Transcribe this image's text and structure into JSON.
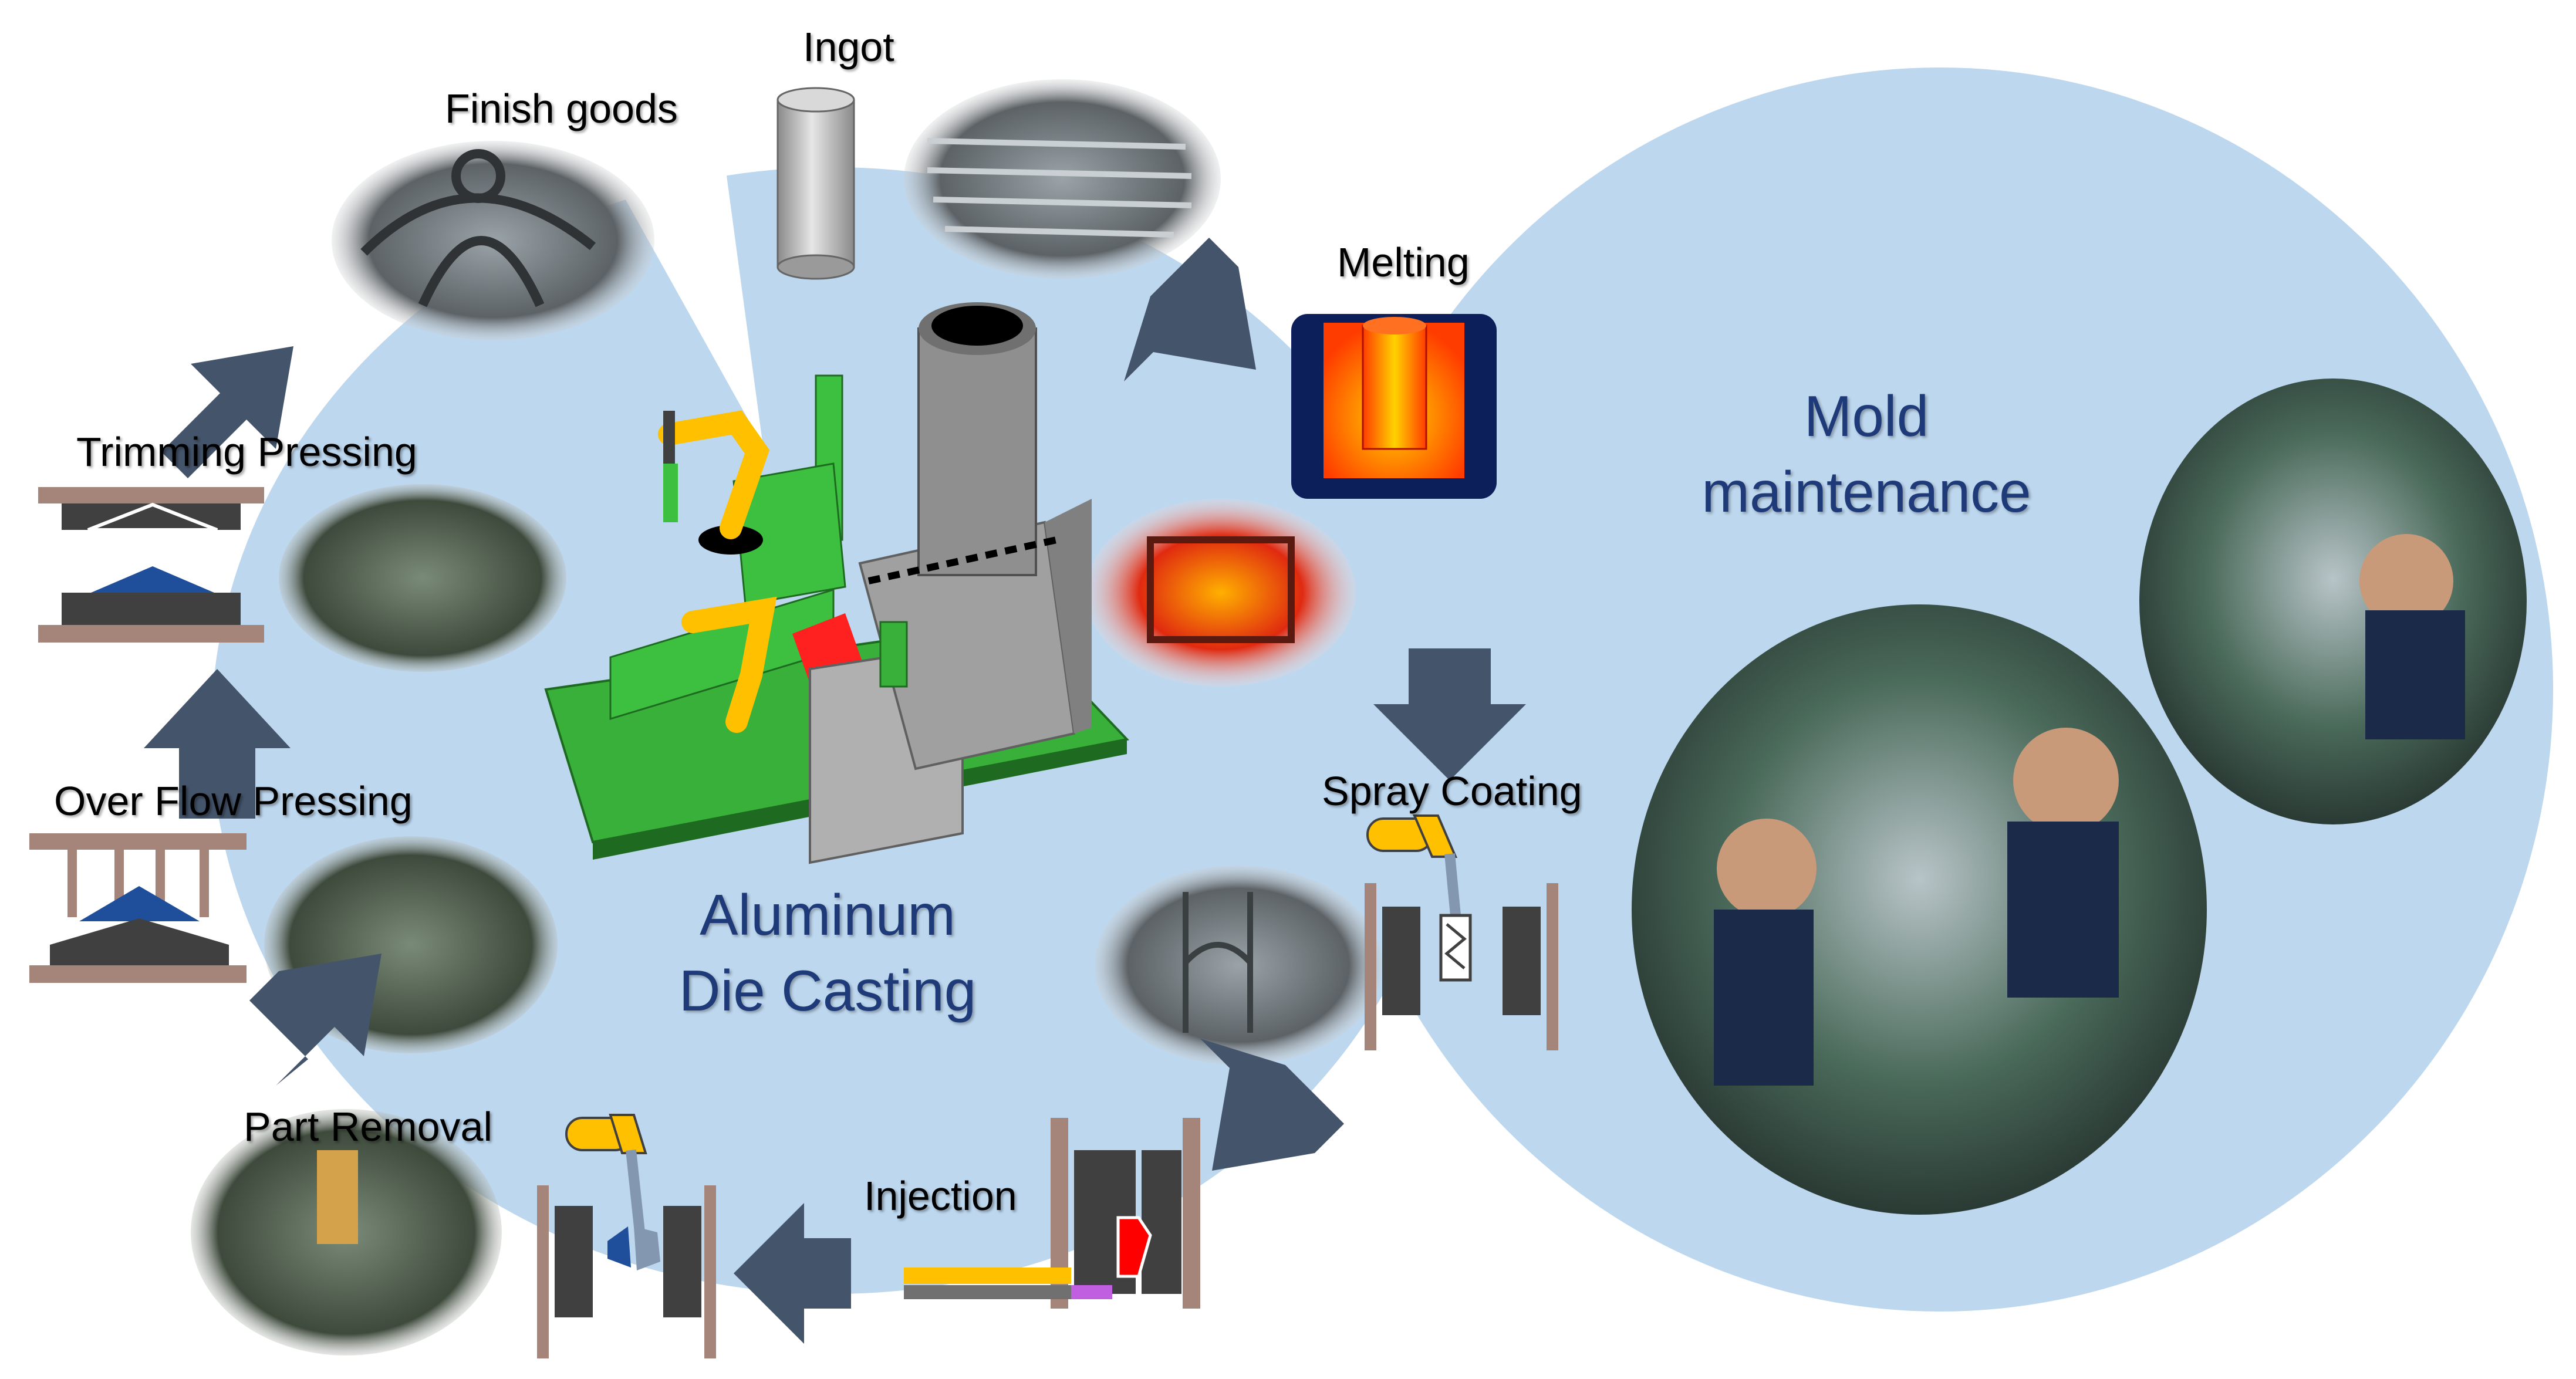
{
  "labels": {
    "ingot": "Ingot",
    "finish_goods": "Finish goods",
    "melting": "Melting",
    "trimming_pressing": "Trimming Pressing",
    "over_flow_pressing": "Over Flow Pressing",
    "part_removal": "Part Removal",
    "injection": "Injection",
    "spray_coating": "Spray Coating",
    "aluminum_die_casting": [
      "Aluminum",
      "Die Casting"
    ],
    "mold_maintenance": [
      "Mold",
      "maintenance"
    ]
  },
  "colors": {
    "cycle_fill": "#bdd7ee",
    "arrow": "#44546a",
    "title_text": "#1f3a78",
    "platen": "#a5847a",
    "die_block": "#404040",
    "die_blue": "#1f4e9a",
    "robot_yellow": "#ffc000",
    "robot_arm": "#8497b0",
    "melt_frame": "#0c1f5a",
    "melt_hot": "#ff3c00",
    "melt_warm": "#ffd200",
    "shot_sleeve": "#ffc000",
    "plunger_tip": "#c060e0",
    "injection_red": "#ff0000",
    "machine_green": "#38b03a",
    "machine_gray": "#a0a0a0"
  },
  "icons": [
    "arrow-icon",
    "ingot-cylinder-icon",
    "melting-furnace-icon",
    "trimming-press-icon",
    "overflow-press-icon",
    "spray-robot-icon",
    "part-removal-robot-icon",
    "injection-die-icon",
    "die-casting-machine-icon"
  ],
  "photos": [
    "ingot-stack-photo",
    "finish-goods-photo",
    "molten-metal-photo",
    "trimming-press-photo",
    "overflow-press-photo",
    "spray-coating-photo",
    "part-removal-photo",
    "mold-maintenance-photo-1",
    "mold-maintenance-photo-2"
  ]
}
